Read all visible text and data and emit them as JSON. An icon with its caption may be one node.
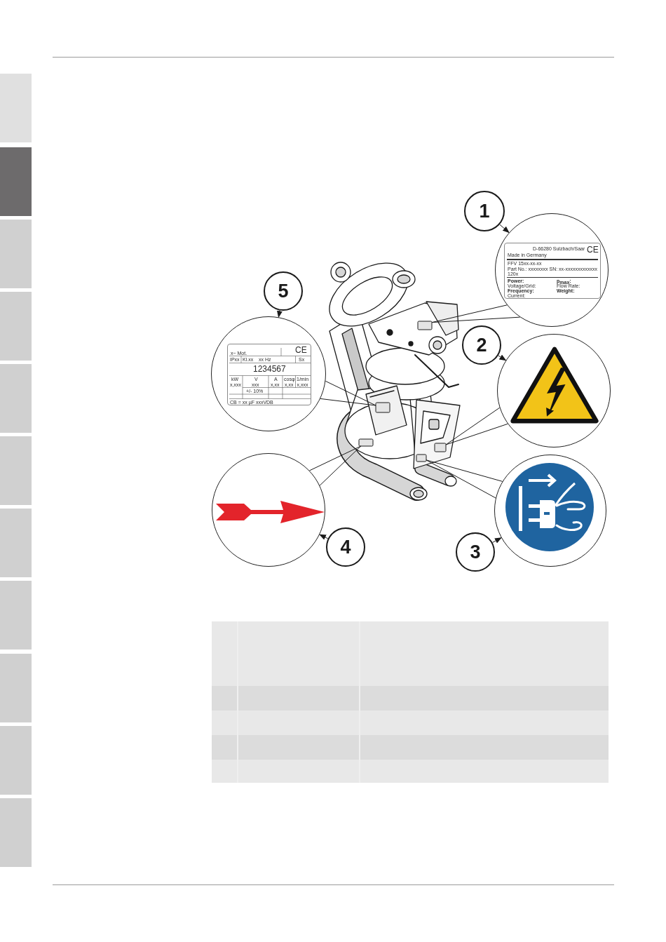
{
  "diagram": {
    "nodes": [
      {
        "text": [
          "1"
        ]
      },
      {
        "text": [],
        "shape": "circle"
      },
      {
        "text": [
          "Made in Germany",
          "D-66280 Sulzbach/Saar",
          "CE",
          "FFV 15xx-xx-xx",
          "Part No.: xxxxxxxx SN: xx-xxxxxxxxxxxxx 120x",
          "Power:",
          "p$_{max}$:",
          "Voltage/Grid:",
          "Flow Rate:",
          "Frequency:",
          "Weight:",
          "Current:"
        ],
        "in": 1
      },
      {
        "text": [
          "5"
        ]
      },
      {
        "text": [],
        "shape": "circle"
      },
      {
        "text": [
          "CE",
          "x~ Mot.",
          "IPxx",
          "Kl.xx",
          "xx Hz",
          "Sx",
          "1234567",
          "kW",
          "V",
          "A",
          "cosφ",
          "1/min",
          "x,xxx",
          "xxx",
          "x,xx",
          "x,xx",
          "x,xxx",
          "+/- 10%",
          "CB = xx µF xxxVDB"
        ],
        "in": 4
      },
      {
        "text": [],
        "shape": "picture"
      },
      {
        "text": [],
        "shape": "box",
        "in": 6
      },
      {
        "text": [],
        "shape": "box",
        "in": 6
      },
      {
        "text": [],
        "shape": "box",
        "in": 6
      },
      {
        "text": [],
        "shape": "box",
        "in": 6
      },
      {
        "text": [],
        "shape": "box",
        "in": 6
      },
      {
        "text": [
          "2"
        ]
      },
      {
        "text": [],
        "shape": "circle"
      },
      {
        "text": [],
        "shape": "circle"
      },
      {
        "text": [
          "4"
        ]
      },
      {
        "text": [],
        "shape": "circle"
      },
      {
        "text": [
          "3"
        ]
      }
    ],
    "edges": [
      {
        "from": 0,
        "to": 1,
        "arrow": "to"
      },
      {
        "from": 1,
        "to": 7,
        "arrow": "none"
      },
      {
        "from": 3,
        "to": 4,
        "arrow": "to"
      },
      {
        "from": 4,
        "to": 8,
        "arrow": "none"
      },
      {
        "from": 12,
        "to": 13,
        "arrow": "to"
      },
      {
        "from": 13,
        "to": 10,
        "arrow": "none"
      },
      {
        "from": 15,
        "to": 14,
        "arrow": "to"
      },
      {
        "from": 14,
        "to": 9,
        "arrow": "none"
      },
      {
        "from": 17,
        "to": 16,
        "arrow": "to"
      },
      {
        "from": 16,
        "to": 11,
        "arrow": "none"
      }
    ]
  }
}
